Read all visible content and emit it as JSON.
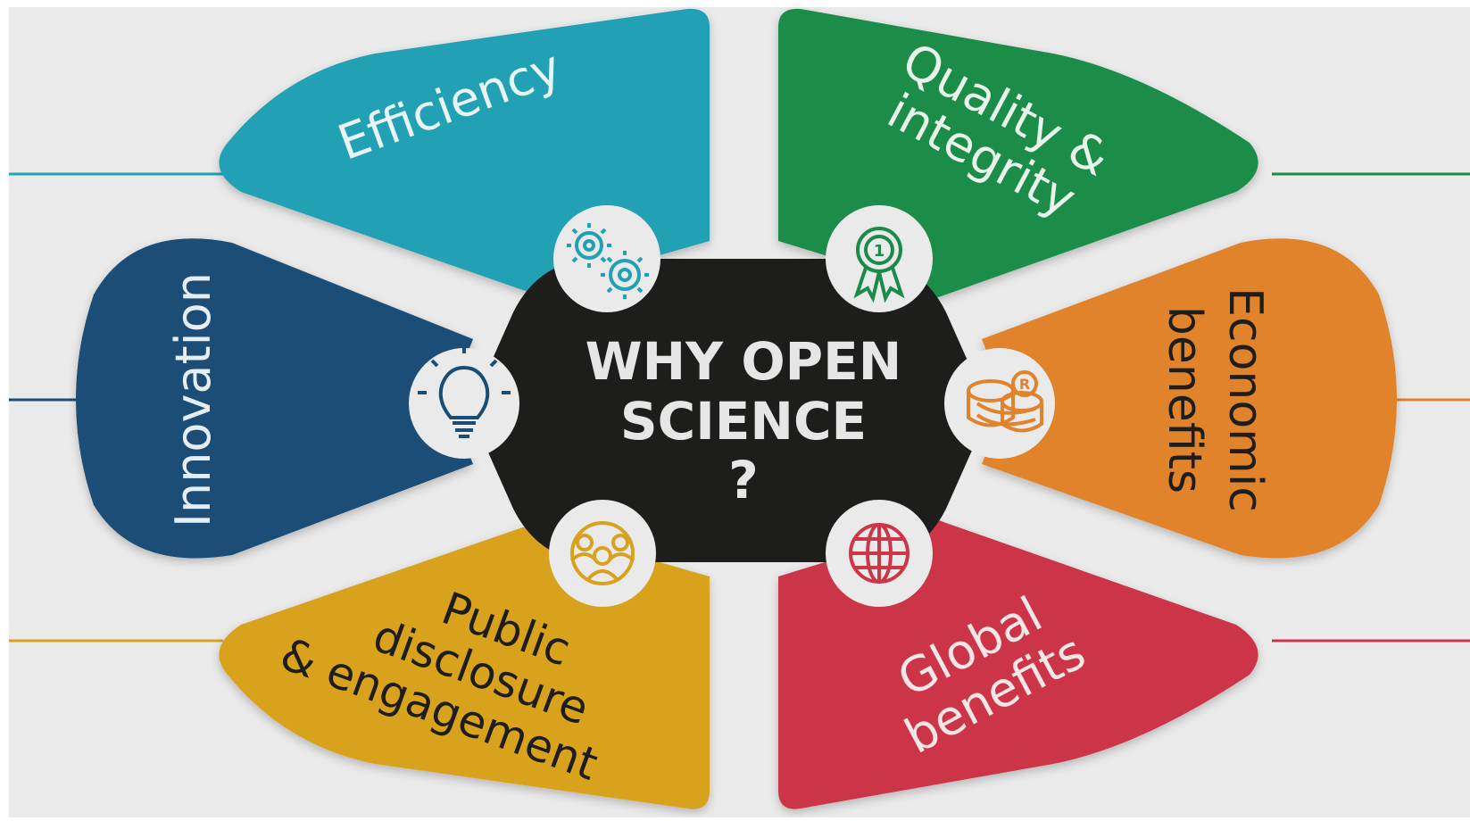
{
  "diagram": {
    "center": {
      "lines": [
        "WHY OPEN",
        "SCIENCE",
        "?"
      ],
      "color": "#1d1d1b"
    },
    "background": "#eaeaea",
    "petals": [
      {
        "id": "efficiency",
        "lines": [
          "Efficiency"
        ],
        "color": "#20a1b5",
        "text_color": "#e9f4f4",
        "icon": "gears-icon"
      },
      {
        "id": "quality",
        "lines": [
          "Quality &",
          "integrity"
        ],
        "color": "#1a8c4a",
        "text_color": "#e8f3ea",
        "icon": "award-ribbon-icon"
      },
      {
        "id": "economic",
        "lines": [
          "Economic",
          "benefits"
        ],
        "color": "#e0832c",
        "text_color": "#1d1d1b",
        "icon": "coins-icon"
      },
      {
        "id": "global",
        "lines": [
          "Global",
          "benefits"
        ],
        "color": "#cc3647",
        "text_color": "#f7e6e6",
        "icon": "globe-icon"
      },
      {
        "id": "public",
        "lines": [
          "Public",
          "disclosure",
          "& engagement"
        ],
        "color": "#d9a21e",
        "text_color": "#1d1d1b",
        "icon": "people-icon"
      },
      {
        "id": "innovation",
        "lines": [
          "Innovation"
        ],
        "color": "#1a4d76",
        "text_color": "#e6edf3",
        "icon": "lightbulb-icon"
      }
    ]
  }
}
